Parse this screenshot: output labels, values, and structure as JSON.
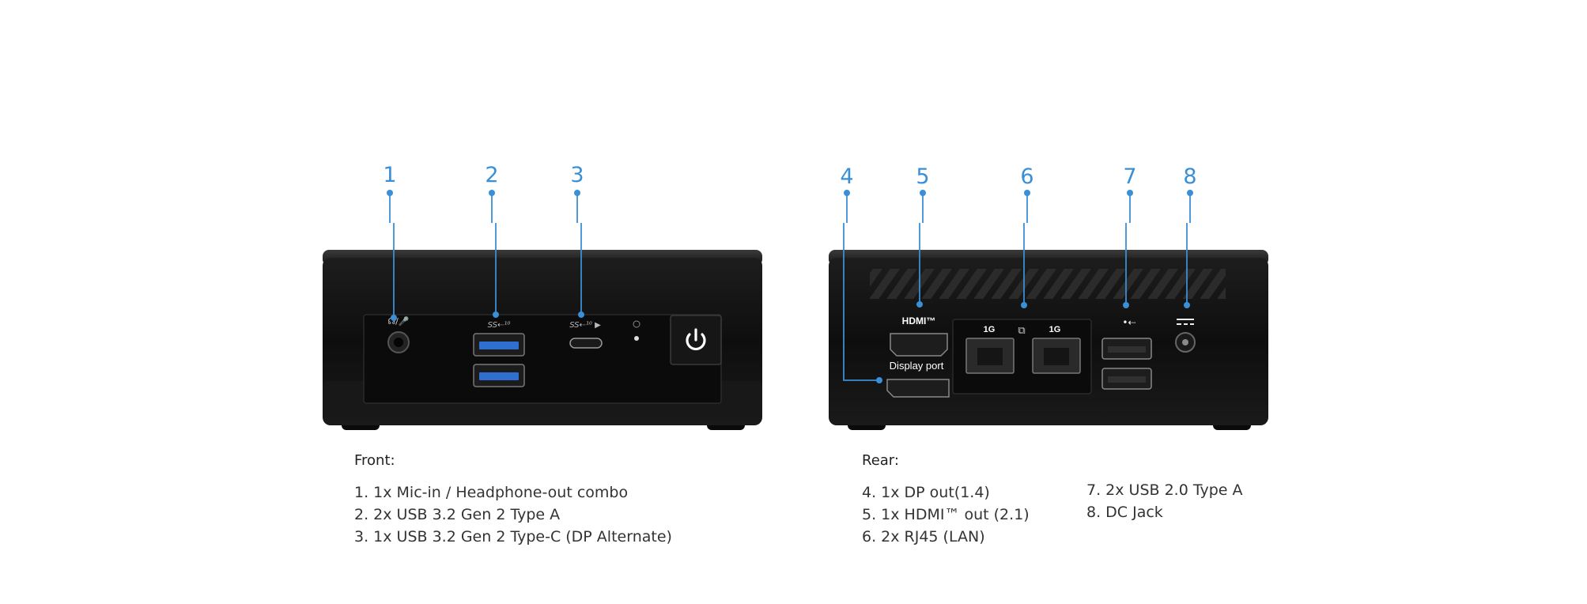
{
  "callouts": [
    "1",
    "2",
    "3",
    "4",
    "5",
    "6",
    "7",
    "8"
  ],
  "device_labels": {
    "hdmi": "HDMI™",
    "display_port": "Display port",
    "lan_left": "1G",
    "lan_right": "1G"
  },
  "front": {
    "heading": "Front:",
    "items": [
      "1. 1x Mic-in / Headphone-out combo",
      "2. 2x USB 3.2 Gen 2 Type A",
      "3. 1x USB 3.2 Gen 2 Type-C (DP Alternate)"
    ]
  },
  "rear": {
    "heading": "Rear:",
    "items_col1": [
      "4. 1x DP out(1.4)",
      "5. 1x HDMI™ out (2.1)",
      "6. 2x RJ45 (LAN)"
    ],
    "items_col2": [
      "7. 2x USB 2.0 Type A",
      "8. DC Jack"
    ]
  },
  "colors": {
    "accent": "#3a8fd6",
    "device": "#121212",
    "usb3": "#2f6fd0"
  }
}
